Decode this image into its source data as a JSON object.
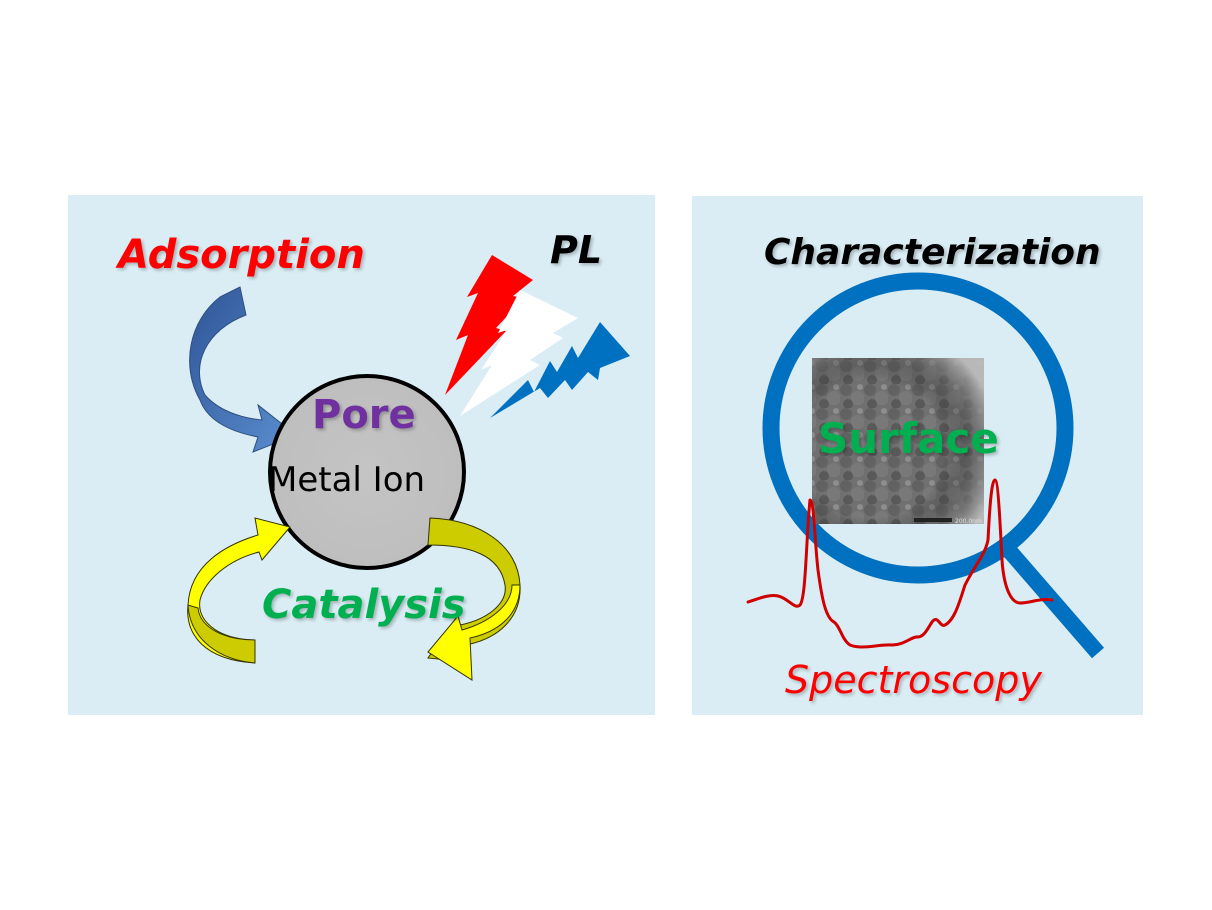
{
  "left_panel": {
    "labels": {
      "adsorption": "Adsorption",
      "pl": "PL",
      "pore": "Pore",
      "metal_ion": "Metal Ion",
      "catalysis": "Catalysis"
    }
  },
  "right_panel": {
    "labels": {
      "characterization": "Characterization",
      "surface": "Surface",
      "spectroscopy": "Spectroscopy",
      "scale_bar": "200.0nm"
    }
  },
  "colors": {
    "panel_bg": "#daedf4",
    "adsorption": "#ff0000",
    "pl": "#000000",
    "pore": "#7030a0",
    "metal_ion": "#000000",
    "catalysis": "#00b050",
    "characterization": "#000000",
    "surface": "#00b050",
    "spectroscopy": "#ff0000",
    "magnifier": "#0070c0",
    "spectrum": "#d00000",
    "lightning": [
      "#ff0000",
      "#ffffff",
      "#0070c0"
    ],
    "adsorption_arrow": "#4a72b0",
    "catalysis_arrows": "#ffff00"
  }
}
